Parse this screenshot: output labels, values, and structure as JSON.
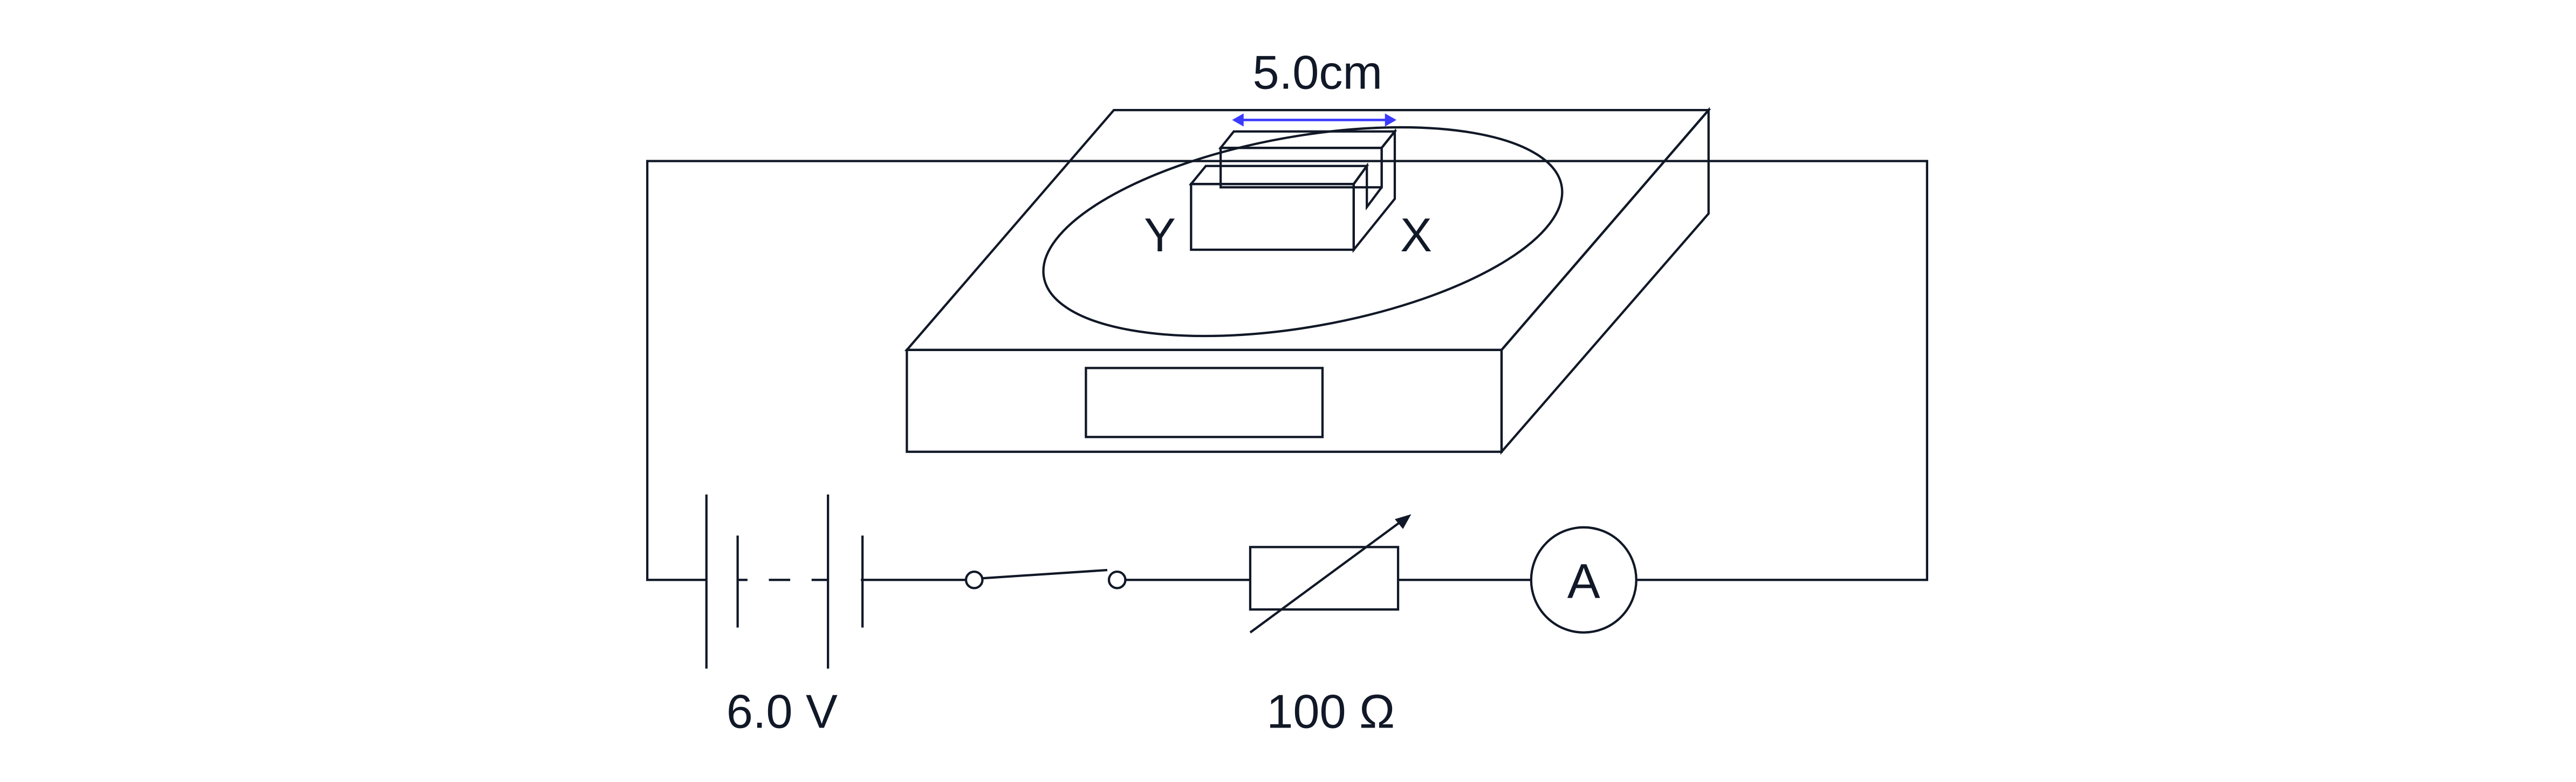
{
  "labels": {
    "magnet_width": "5.0cm",
    "pole_y": "Y",
    "pole_x": "X",
    "battery_voltage": "6.0 V",
    "rheostat_resistance": "100 Ω",
    "ammeter_symbol": "A"
  },
  "colors": {
    "line": "#111827",
    "dimension_arrow": "#3b3bff",
    "magnet_face": "#efeffb",
    "magnet_side": "#d0d0ea",
    "box_front": "#f2f2f2",
    "box_side": "#dcdddf"
  }
}
